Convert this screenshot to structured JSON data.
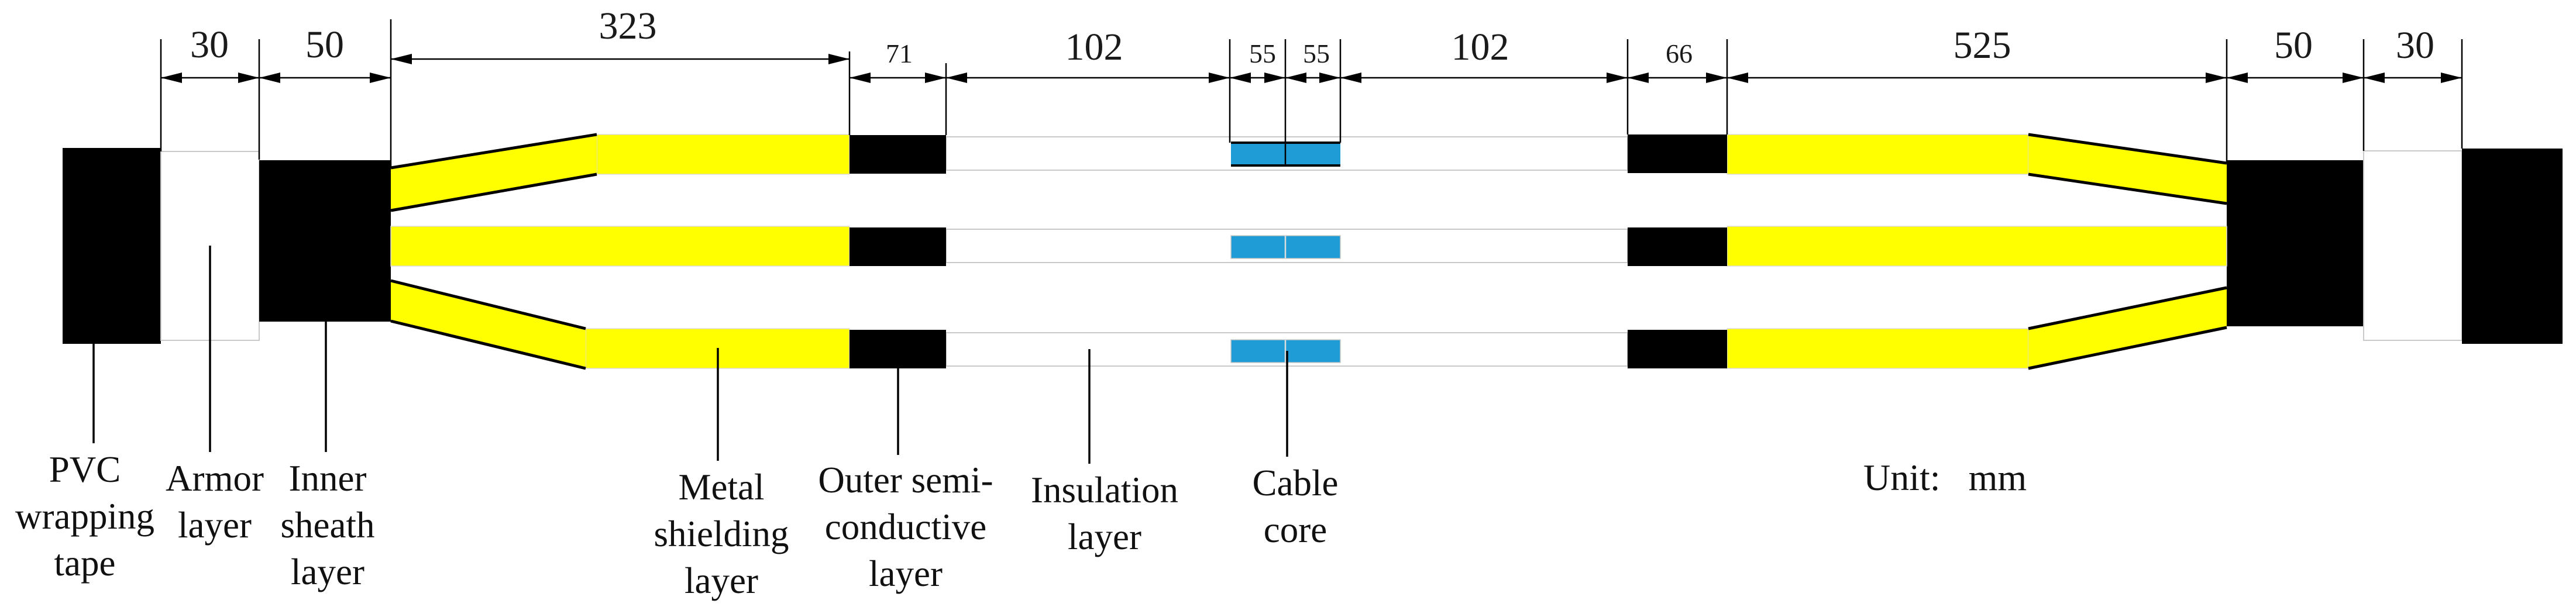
{
  "figure": {
    "title_semantic": "three-core cable joint structure diagram",
    "unit_label": "Unit:",
    "unit_value": "mm",
    "colors": {
      "metal_shielding_yellow": "#FFFF00",
      "cable_core_blue": "#1F9BD6",
      "layer_black": "#000000",
      "outline_gray": "#C9C9C9"
    }
  },
  "dimensions": {
    "top_row": [
      {
        "value": "30"
      },
      {
        "value": "50"
      },
      {
        "value": "323"
      },
      {
        "value": "71"
      },
      {
        "value": "102"
      },
      {
        "value": "55"
      },
      {
        "value": "55"
      },
      {
        "value": "102"
      },
      {
        "value": "66"
      },
      {
        "value": "525"
      },
      {
        "value": "50"
      },
      {
        "value": "30"
      }
    ]
  },
  "labels": {
    "pvc": {
      "lines": [
        "PVC",
        "wrapping",
        "tape"
      ]
    },
    "armor": {
      "lines": [
        "Armor",
        "layer"
      ]
    },
    "inner_sheath": {
      "lines": [
        "Inner",
        "sheath",
        "layer"
      ]
    },
    "metal_shielding": {
      "lines": [
        "Metal",
        "shielding",
        "layer"
      ]
    },
    "outer_semi": {
      "lines": [
        "Outer semi-",
        "conductive",
        "layer"
      ]
    },
    "insulation": {
      "lines": [
        "Insulation",
        "layer"
      ]
    },
    "cable_core": {
      "lines": [
        "Cable",
        "core"
      ]
    }
  }
}
